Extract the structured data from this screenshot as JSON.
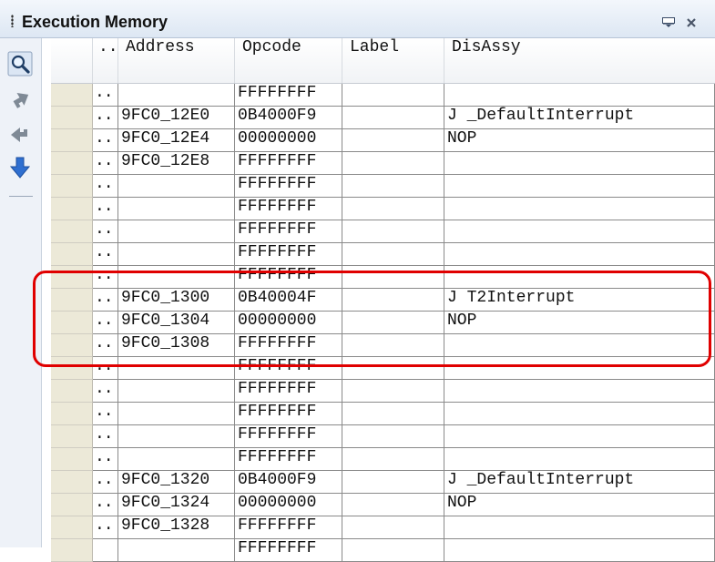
{
  "window": {
    "title": "Execution Memory",
    "icons": [
      "pin-icon",
      "close-icon"
    ]
  },
  "toolbar": {
    "buttons": [
      "search-memory-icon",
      "step-up-arrow-icon",
      "step-left-arrow-icon",
      "scroll-down-arrow-icon"
    ]
  },
  "columns": [
    {
      "key": "sel",
      "label": ""
    },
    {
      "key": "dots",
      "label": ".."
    },
    {
      "key": "address",
      "label": "Address"
    },
    {
      "key": "opcode",
      "label": "Opcode"
    },
    {
      "key": "label",
      "label": "Label"
    },
    {
      "key": "disassy",
      "label": "DisAssy"
    }
  ],
  "rows": [
    {
      "dots": "..",
      "address": "",
      "opcode": "FFFFFFFF",
      "label": "",
      "disassy": ""
    },
    {
      "dots": "..",
      "address": "9FC0_12E0",
      "opcode": "0B4000F9",
      "label": "",
      "disassy": "J _DefaultInterrupt"
    },
    {
      "dots": "..",
      "address": "9FC0_12E4",
      "opcode": "00000000",
      "label": "",
      "disassy": "NOP"
    },
    {
      "dots": "..",
      "address": "9FC0_12E8",
      "opcode": "FFFFFFFF",
      "label": "",
      "disassy": ""
    },
    {
      "dots": "..",
      "address": "",
      "opcode": "FFFFFFFF",
      "label": "",
      "disassy": ""
    },
    {
      "dots": "..",
      "address": "",
      "opcode": "FFFFFFFF",
      "label": "",
      "disassy": ""
    },
    {
      "dots": "..",
      "address": "",
      "opcode": "FFFFFFFF",
      "label": "",
      "disassy": ""
    },
    {
      "dots": "..",
      "address": "",
      "opcode": "FFFFFFFF",
      "label": "",
      "disassy": ""
    },
    {
      "dots": "..",
      "address": "",
      "opcode": "FFFFFFFF",
      "label": "",
      "disassy": ""
    },
    {
      "dots": "..",
      "address": "9FC0_1300",
      "opcode": "0B40004F",
      "label": "",
      "disassy": "J T2Interrupt"
    },
    {
      "dots": "..",
      "address": "9FC0_1304",
      "opcode": "00000000",
      "label": "",
      "disassy": "NOP"
    },
    {
      "dots": "..",
      "address": "9FC0_1308",
      "opcode": "FFFFFFFF",
      "label": "",
      "disassy": ""
    },
    {
      "dots": "..",
      "address": "",
      "opcode": "FFFFFFFF",
      "label": "",
      "disassy": ""
    },
    {
      "dots": "..",
      "address": "",
      "opcode": "FFFFFFFF",
      "label": "",
      "disassy": ""
    },
    {
      "dots": "..",
      "address": "",
      "opcode": "FFFFFFFF",
      "label": "",
      "disassy": ""
    },
    {
      "dots": "..",
      "address": "",
      "opcode": "FFFFFFFF",
      "label": "",
      "disassy": ""
    },
    {
      "dots": "..",
      "address": "",
      "opcode": "FFFFFFFF",
      "label": "",
      "disassy": ""
    },
    {
      "dots": "..",
      "address": "9FC0_1320",
      "opcode": "0B4000F9",
      "label": "",
      "disassy": "J _DefaultInterrupt"
    },
    {
      "dots": "..",
      "address": "9FC0_1324",
      "opcode": "00000000",
      "label": "",
      "disassy": "NOP"
    },
    {
      "dots": "..",
      "address": "9FC0_1328",
      "opcode": "FFFFFFFF",
      "label": "",
      "disassy": ""
    },
    {
      "dots": "",
      "address": "",
      "opcode": "FFFFFFFF",
      "label": "",
      "disassy": ""
    }
  ],
  "annotation": {
    "color": "#e00000",
    "highlighted_rows": [
      9,
      10,
      11
    ]
  }
}
